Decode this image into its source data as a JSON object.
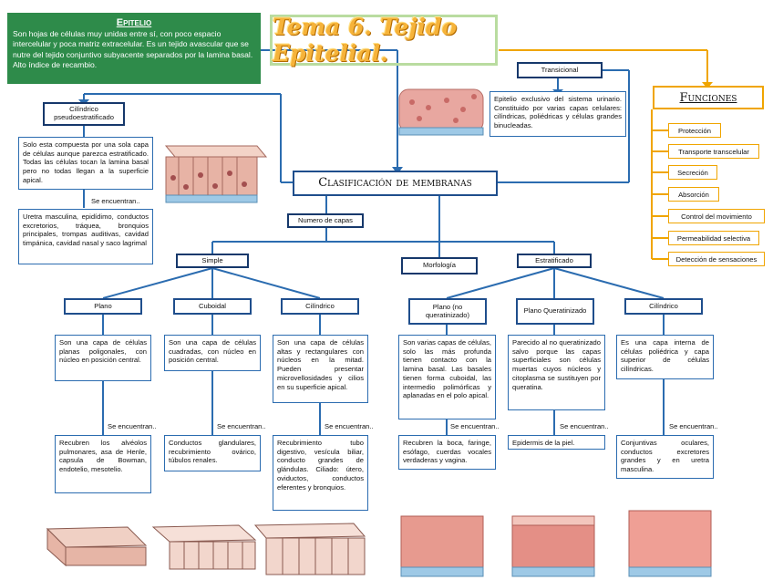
{
  "epitelio": {
    "title": "Epitelio",
    "text": "Son hojas de células muy unidas entre sí, con poco espacio intercelular y poca matriz extracelular. Es un tejido avascular que se nutre del tejido conjuntivo subyacente separados por la lamina basal. Alto índice de recambio."
  },
  "tema_title": "Tema 6. Tejido Epitelial.",
  "clasificacion": "Clasificación de membranas",
  "funciones": {
    "title": "Funciones",
    "items": [
      "Protección",
      "Transporte transcelular",
      "Secreción",
      "Absorción",
      "Control del movimiento",
      "Permeabilidad selectiva",
      "Detección de sensaciones"
    ]
  },
  "se_encuentran": "Se encuentran..",
  "transicional": {
    "label": "Transicional",
    "desc": "Epitelio exclusivo del sistema urinario. Constituido por varias capas celulares: cilíndricas, poliédricas y células grandes binucleadas."
  },
  "pseudo": {
    "label": "Cilíndrico pseudoestratificado",
    "desc": "Solo esta compuesta por una sola capa de células aunque parezca estratificado. Todas las células tocan la lamina basal pero no todas llegan a la superficie apical.",
    "loc": "Uretra masculina, epidídimo, conductos excretorios, tráquea, bronquios principales, trompas auditivas, cavidad timpánica, cavidad nasal y saco lagrimal"
  },
  "numero_capas": "Numero de capas",
  "morfologia": "Morfología",
  "simple": "Simple",
  "estratificado": "Estratificado",
  "simple_types": [
    {
      "label": "Plano",
      "desc": "Son una capa de células planas poligonales, con núcleo en posición central.",
      "loc": "Recubren los alvéolos pulmonares, asa de Henle, capsula de Bowman, endotelio, mesotelio."
    },
    {
      "label": "Cuboidal",
      "desc": "Son una capa de células cuadradas, con núcleo en posición central.",
      "loc": "Conductos glandulares, recubrimiento ovárico, túbulos renales."
    },
    {
      "label": "Cilíndrico",
      "desc": "Son una capa de células altas y rectangulares con núcleos en la mitad. Pueden presentar microvellosidades y cilios en su superficie apical.",
      "loc": "Recubrimiento tubo digestivo, vesícula biliar, conducto grandes de glándulas. Ciliado: útero, oviductos, conductos eferentes y bronquios."
    }
  ],
  "estrat_types": [
    {
      "label": "Plano (no queratinizado)",
      "desc": "Son varias capas de células, solo las más profunda tienen contacto con la lamina basal. Las basales tienen forma cuboidal, las intermedio polimórficas y aplanadas en el polo apical.",
      "loc": "Recubren la boca, faringe, esófago, cuerdas vocales verdaderas y vagina."
    },
    {
      "label": "Plano Queratinizado",
      "desc": "Parecido al no queratinizado salvo porque las capas superficiales son células muertas cuyos núcleos y citoplasma se sustituyen por queratina.",
      "loc": "Epidermis de la piel."
    },
    {
      "label": "Cilíndrico",
      "desc": "Es una capa interna de células poliédrica y capa superior de células cilíndricas.",
      "loc": "Conjuntivas oculares, conductos excretores grandes y en uretra masculina."
    }
  ],
  "colors": {
    "green": "#2e8b4a",
    "blue": "#2b6cb0",
    "orange": "#f0a500",
    "title": "#f6b33a",
    "tissue_pink": "#e8a7a0",
    "tissue_blue": "#9ec9e6"
  }
}
